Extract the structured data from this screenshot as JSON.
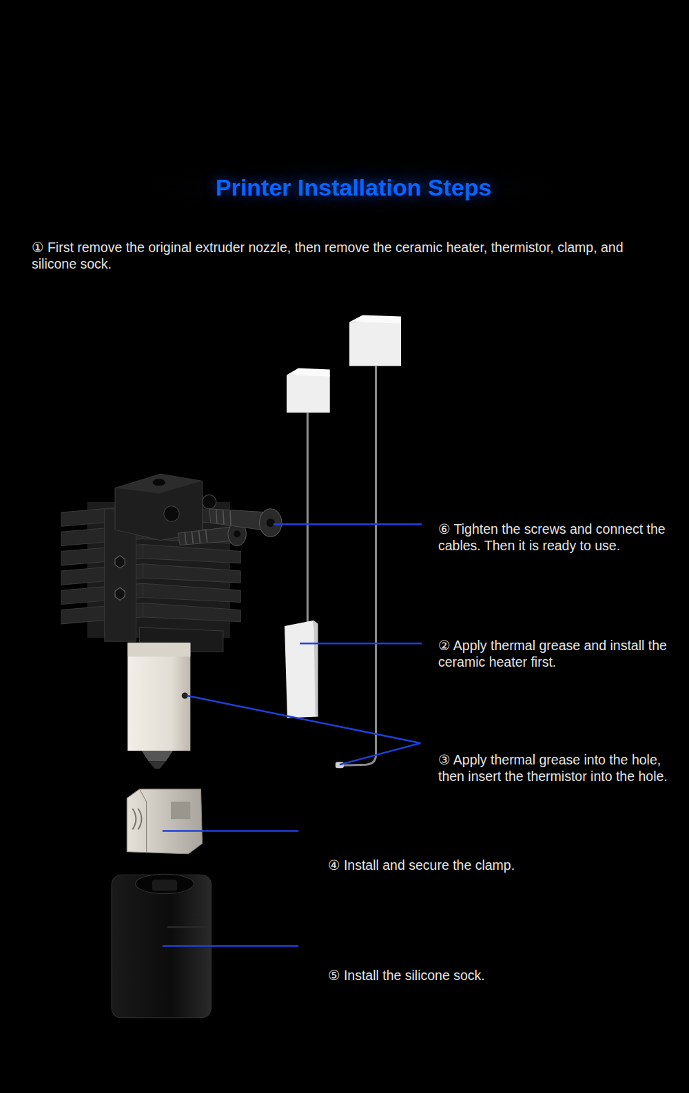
{
  "diagram": {
    "title": "Printer Installation Steps",
    "labels": [
      "① First remove the original extruder nozzle, then remove the ceramic heater, thermistor, clamp, and silicone sock.",
      "⑥ Tighten the screws and connect the cables. Then it is ready to use.",
      "② Apply thermal grease and install the ceramic heater first.",
      "③ Apply thermal grease into the hole, then insert the thermistor into the hole.",
      "④ Install and secure the clamp.",
      "⑤ Install the silicone sock."
    ]
  }
}
